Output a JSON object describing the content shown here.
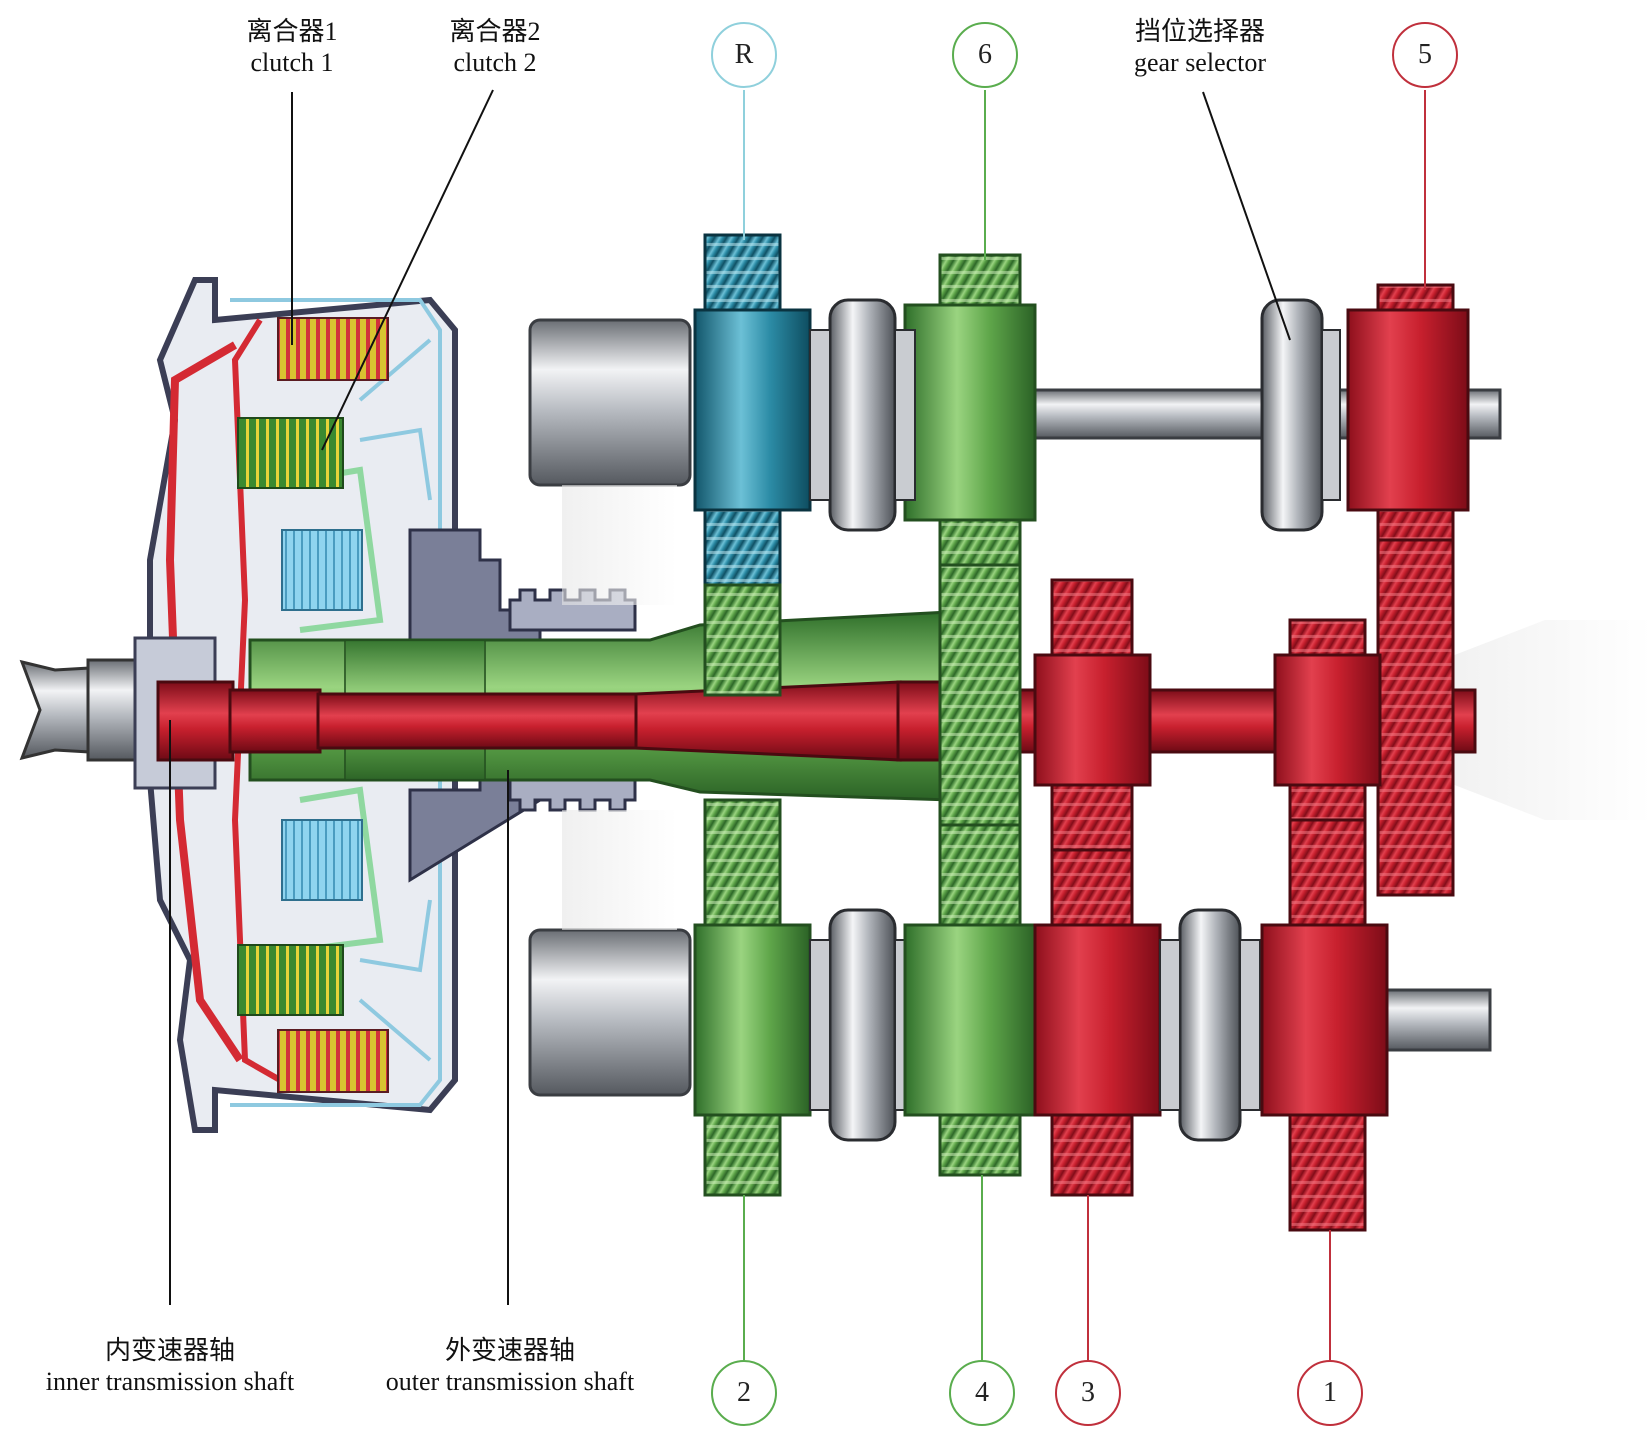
{
  "labels": {
    "clutch1": {
      "cn": "离合器1",
      "en": "clutch 1"
    },
    "clutch2": {
      "cn": "离合器2",
      "en": "clutch 2"
    },
    "gear_selector": {
      "cn": "挡位选择器",
      "en": "gear selector"
    },
    "inner_shaft": {
      "cn": "内变速器轴",
      "en": "inner transmission shaft"
    },
    "outer_shaft": {
      "cn": "外变速器轴",
      "en": "outer transmission shaft"
    }
  },
  "gears": {
    "reverse": "R",
    "sixth": "6",
    "fifth": "5",
    "second": "2",
    "fourth": "4",
    "third": "3",
    "first": "1"
  },
  "colors": {
    "red_gear": "#c8202e",
    "green_gear": "#5fa64a",
    "teal_gear": "#2c8ca6",
    "light_teal_line": "#8fd0dc",
    "green_line": "#5aad4e",
    "red_line": "#c0303c"
  }
}
